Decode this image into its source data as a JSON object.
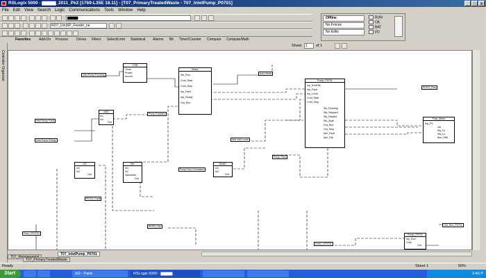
{
  "titlebar": {
    "title": "RSLogix 5000 - ▆▆▆▆_2011_Pk2 [1769-L35E 18.11] - [T07_PrimaryTreatedWaste - T07_InletPump_P0701]"
  },
  "window_buttons": [
    "_",
    "□",
    "x"
  ],
  "menu": [
    "File",
    "Edit",
    "View",
    "Search",
    "Logic",
    "Communications",
    "Tools",
    "Window",
    "Help"
  ],
  "toolbar": {
    "path_field": "RO7_Uin|SP_Feeder_ne",
    "bc_value": "1",
    "comms_path": "▆▆▆▆"
  },
  "tabs_row": {
    "favorites": "Favorites",
    "items": [
      "Add-On",
      "Process",
      "Drives",
      "Filters",
      "Select/Limit",
      "Statistical",
      "Alarms",
      "Bit",
      "Timer/Counter",
      "Compare",
      "Compute/Math"
    ]
  },
  "status_panel": {
    "rows": [
      "Offline",
      "No Forces",
      "No Edits"
    ],
    "leds": [
      "RUN",
      "OK",
      "BAT",
      "I/O"
    ]
  },
  "sheet": {
    "label": "Sheet",
    "value": "1",
    "of": "of 1"
  },
  "organizer_label": "Controller Organizer",
  "bottom_tabs": [
    {
      "label": "T07_InletPump_P0701",
      "active": true
    },
    {
      "label": "T07_Metalamental",
      "active": false
    },
    {
      "label": "T07_PrimaryTreatedWaste",
      "active": false
    }
  ],
  "statusbar": {
    "left": "Ready",
    "mid": "Sheet 1",
    "right": "50%"
  },
  "taskbar": {
    "start": "Start",
    "tasks": [
      "",
      "",
      "rk2 - Paint",
      "RSLogix 5000 - ▆▆▆▆",
      "",
      ""
    ],
    "clock": "2:46 P"
  },
  "blocks": [
    {
      "id": "b1",
      "title": "TON",
      "lines": [
        "Timer",
        "Preset",
        "Accum"
      ]
    },
    {
      "id": "b2",
      "title": "Motor",
      "lines": [
        "Sts_Run",
        "Cmd_Start",
        "Cmd_Stop",
        "Inp_Fault",
        "Inp_Ready",
        "Out_Run"
      ]
    },
    {
      "id": "b3",
      "title": "Pump_P0701",
      "lines": [
        "Inp_RunFbk",
        "Inp_Fault",
        "Inp_Local",
        "Cmd_Start",
        "Cmd_Stop",
        "Sts_Running",
        "Sts_Stopped",
        "Sts_Faulted",
        "Sts_Avail",
        "Out_Run",
        "Out_Stop",
        "Alm_Fault",
        "Alm_Fail"
      ]
    },
    {
      "id": "b4",
      "title": "Flow_Meter",
      "lines": [
        "Inp_PV",
        "Val",
        "Sts_Hi",
        "Sts_Lo",
        "Alm_HiHi"
      ]
    },
    {
      "id": "b5",
      "title": "AND",
      "lines": [
        "In1",
        "In2",
        "Out"
      ]
    },
    {
      "id": "b6",
      "title": "OR",
      "lines": [
        "In1",
        "In2",
        "Out"
      ]
    },
    {
      "id": "b7",
      "title": "SEL",
      "lines": [
        "In1",
        "In2",
        "SelectorIn",
        "Out"
      ]
    },
    {
      "id": "b8",
      "title": "BAND",
      "lines": [
        "In1",
        "In2",
        "Out"
      ]
    },
    {
      "id": "b9",
      "title": "Pump_P0701",
      "lines": [
        "Inp_Run",
        "Cmd",
        "Out"
      ]
    }
  ],
  "tags": [
    "Inlet Pump Running",
    "Inlet Pump Fault",
    "Inlet Pump Ready",
    "Pump Enabled",
    "Auto Mode",
    "Wet Well Level",
    "Pump Run Command",
    "Pump Stop",
    "P0701_Run",
    "P0701_Fault",
    "P0701_Sts",
    "Flow_FIT0701",
    "Level_LIT0701",
    "Out_Run_P0701"
  ]
}
